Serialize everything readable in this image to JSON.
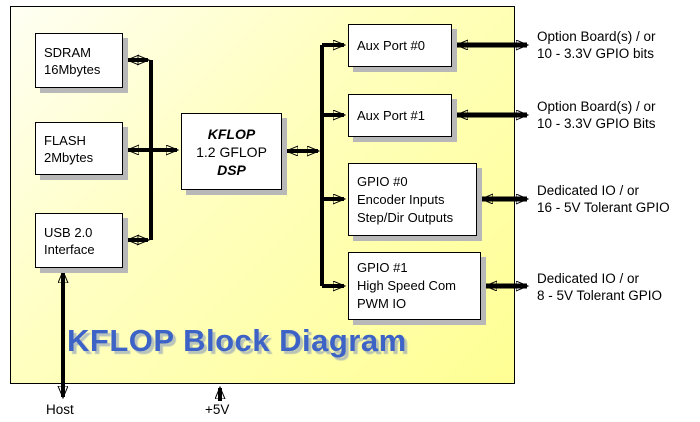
{
  "title": "KFLOP Block Diagram",
  "boxes": {
    "sdram": {
      "line1": "SDRAM",
      "line2": "16Mbytes"
    },
    "flash": {
      "line1": "FLASH",
      "line2": "2Mbytes"
    },
    "usb": {
      "line1": "USB 2.0",
      "line2": "Interface"
    },
    "kflop": {
      "line1": "KFLOP",
      "line2": "1.2 GFLOP",
      "line3": "DSP"
    },
    "aux0": {
      "line1": "Aux Port #0"
    },
    "aux1": {
      "line1": "Aux Port #1"
    },
    "gpio0": {
      "line1": "GPIO #0",
      "line2": "Encoder Inputs",
      "line3": "Step/Dir Outputs"
    },
    "gpio1": {
      "line1": "GPIO #1",
      "line2": "High Speed Com",
      "line3": "PWM IO"
    }
  },
  "external_labels": {
    "aux0": {
      "line1": "Option Board(s) / or",
      "line2": "10 - 3.3V GPIO bits"
    },
    "aux1": {
      "line1": "Option Board(s) / or",
      "line2": "10 - 3.3V GPIO Bits"
    },
    "gpio0": {
      "line1": "Dedicated IO / or",
      "line2": "16 - 5V Tolerant GPIO"
    },
    "gpio1": {
      "line1": "Dedicated IO / or",
      "line2": "8 - 5V Tolerant GPIO"
    }
  },
  "bottom_labels": {
    "host": "Host",
    "power": "+5V"
  },
  "colors": {
    "diagram_background": "#FFFF99",
    "box_fill": "#FFFFFF",
    "title_text": "#3E63C6",
    "arrow": "#000000",
    "box_shadow": "#B8B8B8"
  }
}
